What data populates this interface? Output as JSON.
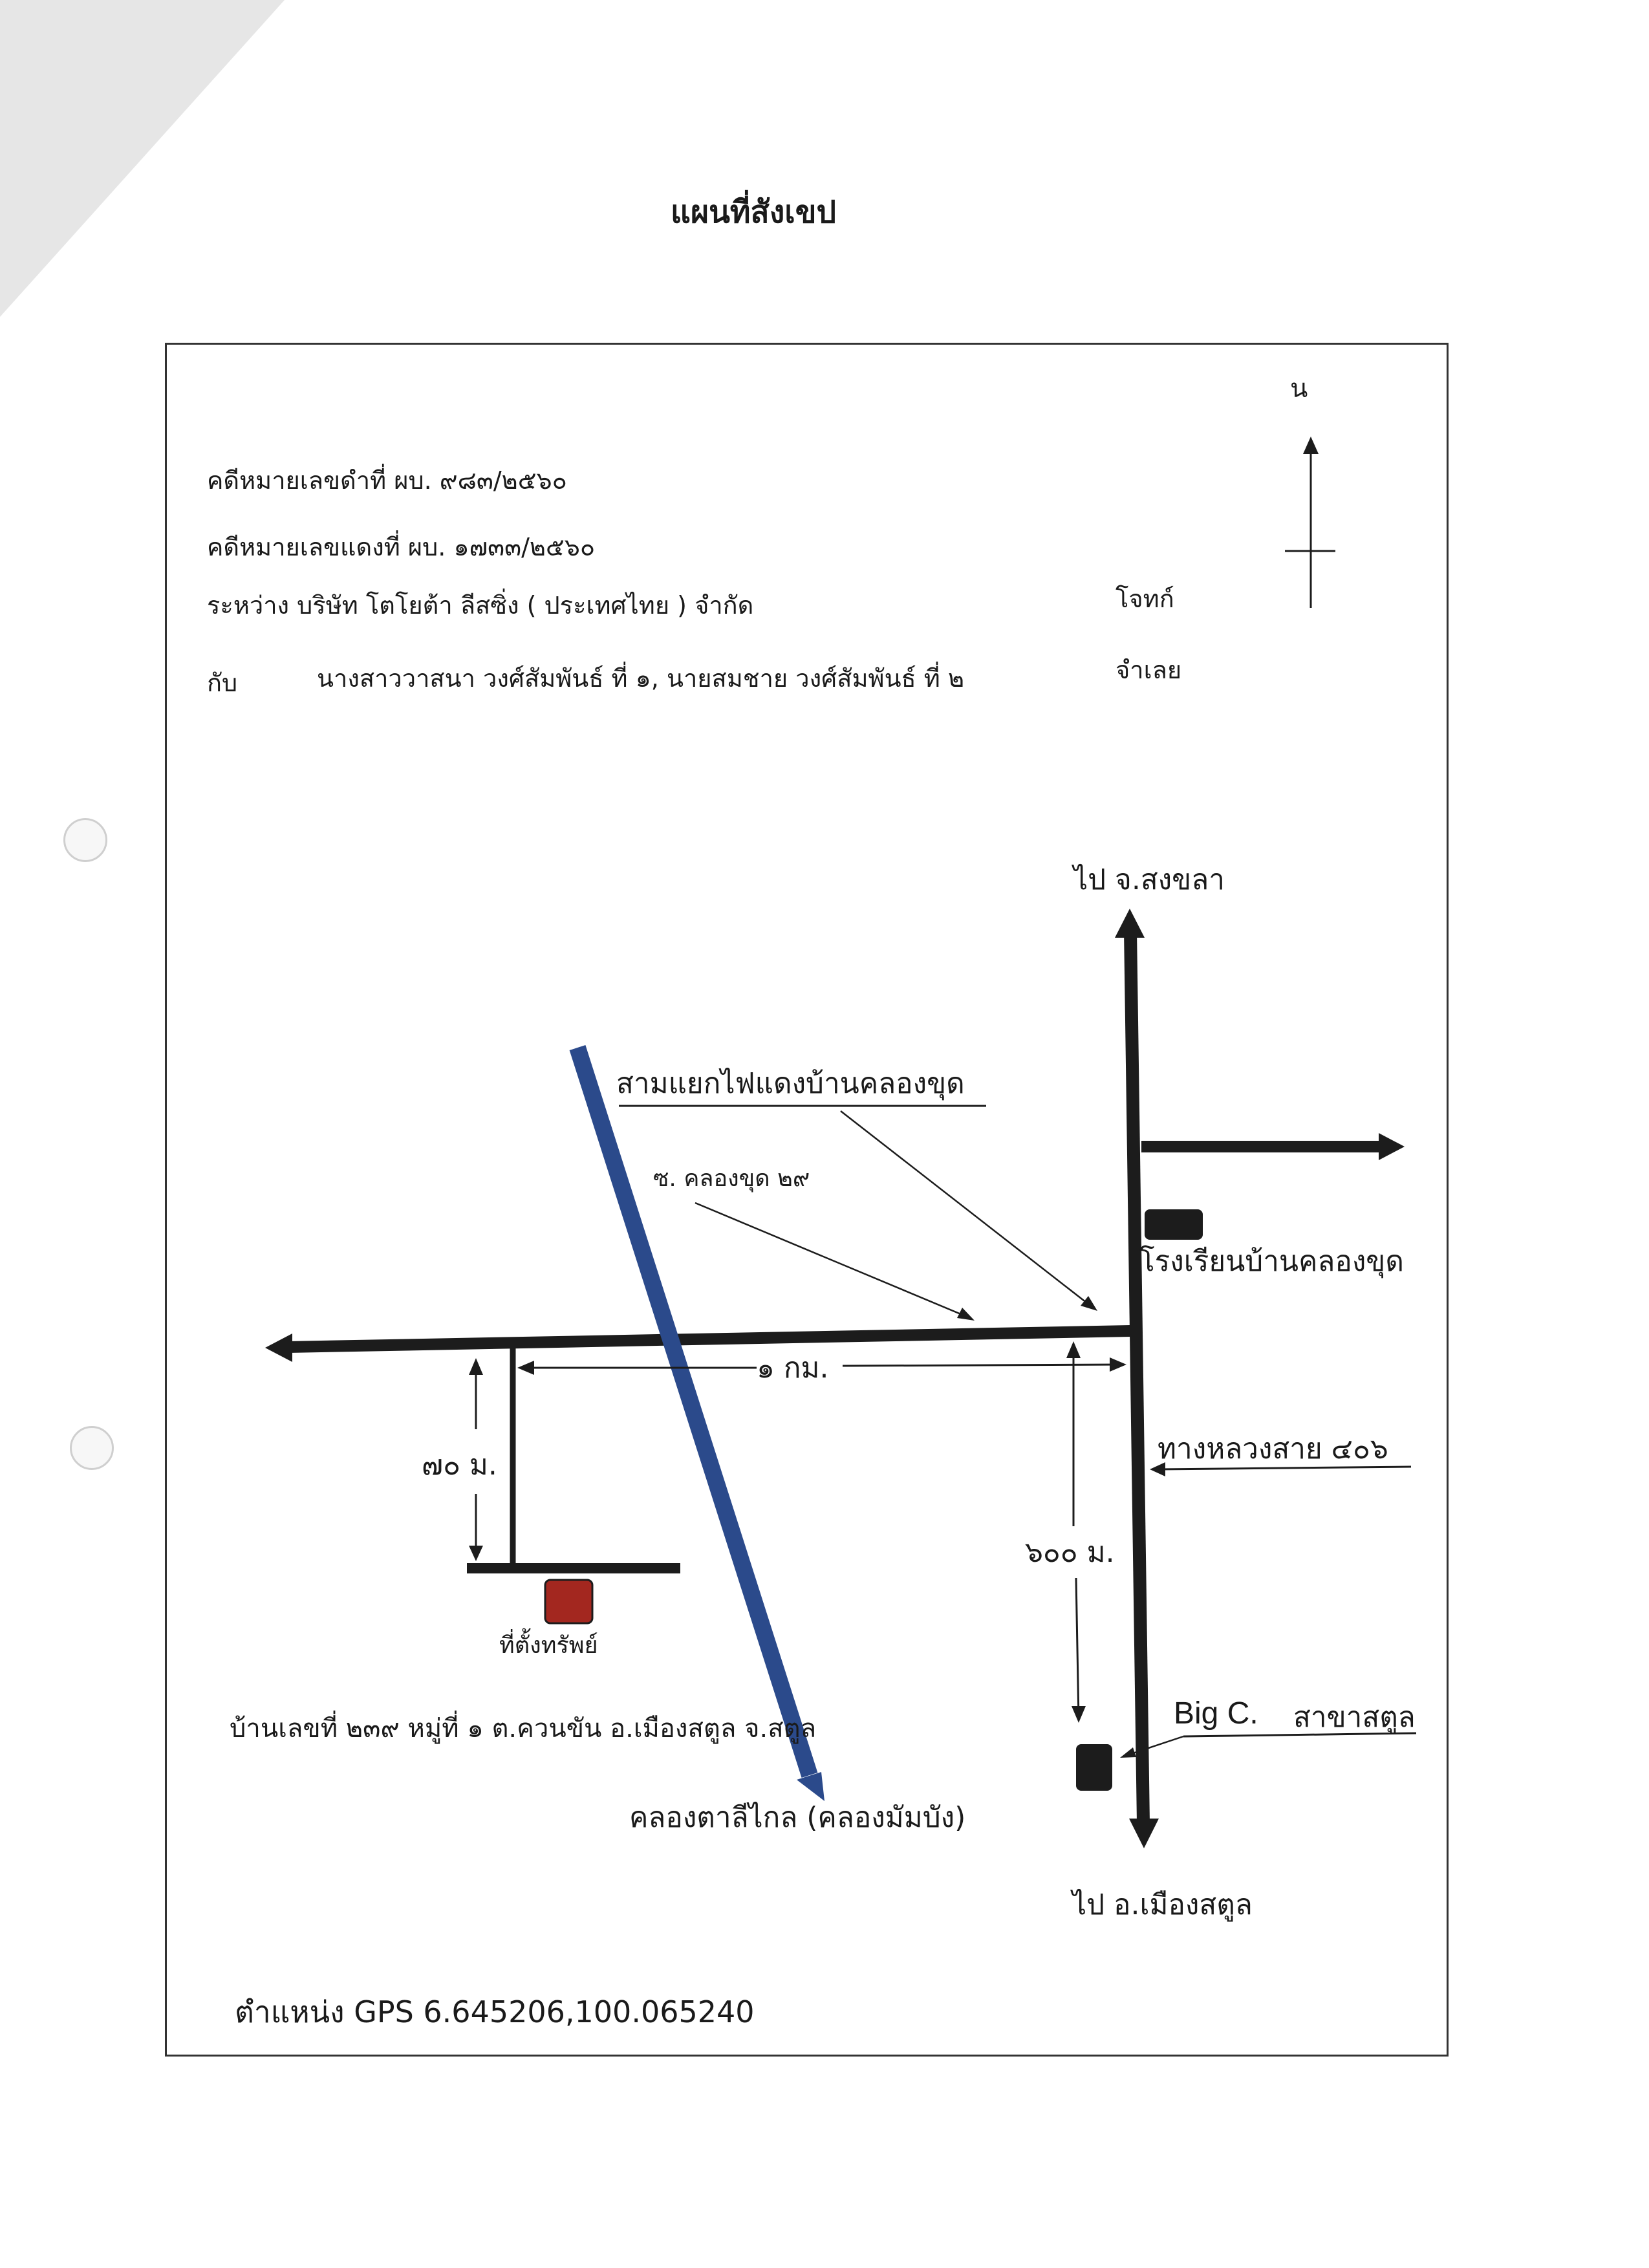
{
  "title": "แผนที่สังเขป",
  "case_info": {
    "black_case": "คดีหมายเลขดำที่ ผบ. ๙๘๓/๒๕๖๐",
    "red_case": "คดีหมายเลขแดงที่ ผบ. ๑๗๓๓/๒๕๖๐",
    "between": "ระหว่าง  บริษัท  โตโยต้า  ลีสซิ่ง ( ประเทศไทย ) จำกัด",
    "plaintiff_label": "โจทก์",
    "with_label": "กับ",
    "defendants": "นางสาววาสนา  วงศ์สัมพันธ์ ที่ ๑, นายสมชาย  วงศ์สัมพันธ์ ที่ ๒",
    "defendant_label": "จำเลย"
  },
  "compass": {
    "north_label": "น"
  },
  "map_labels": {
    "to_songkhla": "ไป จ.สงขลา",
    "to_mueang_satun": "ไป อ.เมืองสตูล",
    "intersection": "สามแยกไฟแดงบ้านคลองขุด",
    "soi": "ซ. คลองขุด ๒๙",
    "school": "โรงเรียนบ้านคลองขุด",
    "highway": "ทางหลวงสาย ๔๐๖",
    "distance_1km": "๑ กม.",
    "distance_70m": "๗๐ ม.",
    "distance_600m": "๖๐๐ ม.",
    "property": "ที่ตั้งทรัพย์",
    "address": "บ้านเลขที่ ๒๓๙ หมู่ที่ ๑ ต.ควนขัน อ.เมืองสตูล        จ.สตูล",
    "canal": "คลองตาลีไกล (คลองมัมบัง)",
    "big_c_name": "Big C.",
    "big_c_branch": "สาขาสตูล"
  },
  "gps": "ตำแหน่ง GPS 6.645206,100.065240",
  "colors": {
    "road": "#1c1c1c",
    "canal": "#2b4a8b",
    "property_marker": "#a3271f"
  }
}
